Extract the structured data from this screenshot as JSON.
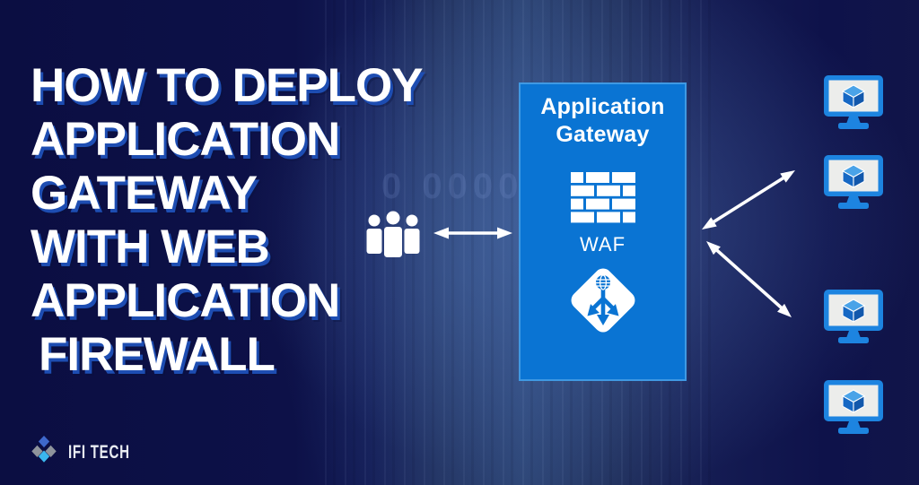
{
  "title": {
    "lines": [
      "HOW TO DEPLOY",
      "APPLICATION",
      "GATEWAY",
      "WITH WEB",
      "APPLICATION",
      "FIREWALL"
    ]
  },
  "diagram": {
    "clients": {
      "icon": "users-icon"
    },
    "gateway": {
      "name_line1": "Application",
      "name_line2": "Gateway",
      "waf_label": "WAF",
      "box_color": "#0a74d3",
      "icons": [
        "firewall-brick-icon",
        "application-gateway-diamond-icon"
      ]
    },
    "backends": {
      "icon": "vm-monitor-icon",
      "count": 4,
      "accent_color": "#1d84e0"
    },
    "arrows": [
      "clients-to-gateway-bidirectional",
      "gateway-to-upper-vms-bidirectional",
      "gateway-to-lower-vms-bidirectional"
    ]
  },
  "branding": {
    "logo_text": "IFI TECH",
    "logo_colors": {
      "blue": "#3e68cc",
      "gray": "#8f949c",
      "cyan": "#3bb7ee"
    }
  },
  "background": {
    "faint_text": "0 0000",
    "base_color": "#0d1048",
    "accent_glow": "#2c4372",
    "title_shadow": "#1d4db2"
  }
}
